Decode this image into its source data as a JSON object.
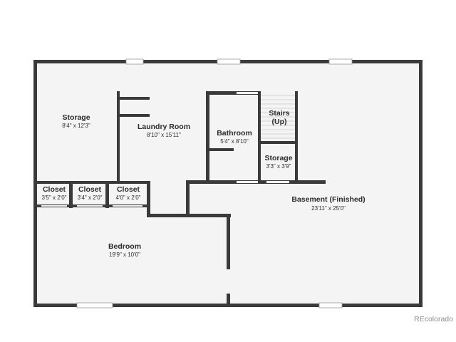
{
  "rooms": {
    "storage_left": {
      "name": "Storage",
      "dims": "8'4\" x 12'3\""
    },
    "laundry": {
      "name": "Laundry Room",
      "dims": "8'10\" x 15'11\""
    },
    "bathroom": {
      "name": "Bathroom",
      "dims": "5'4\" x 8'10\""
    },
    "stairs": {
      "name_line1": "Stairs",
      "name_line2": "(Up)"
    },
    "storage_small": {
      "name": "Storage",
      "dims": "3'3\" x 3'9\""
    },
    "closet1": {
      "name": "Closet",
      "dims": "3'5\" x 2'0\""
    },
    "closet2": {
      "name": "Closet",
      "dims": "3'4\" x 2'0\""
    },
    "closet3": {
      "name": "Closet",
      "dims": "4'0\" x 2'0\""
    },
    "basement": {
      "name": "Basement (Finished)",
      "dims": "23'11\" x 25'0\""
    },
    "bedroom": {
      "name": "Bedroom",
      "dims": "19'9\" x 10'0\""
    }
  },
  "watermark": "REcolorado",
  "colors": {
    "wall": "#3a3a3a",
    "floor": "#f4f4f4",
    "watermark": "#8f8f8f"
  }
}
